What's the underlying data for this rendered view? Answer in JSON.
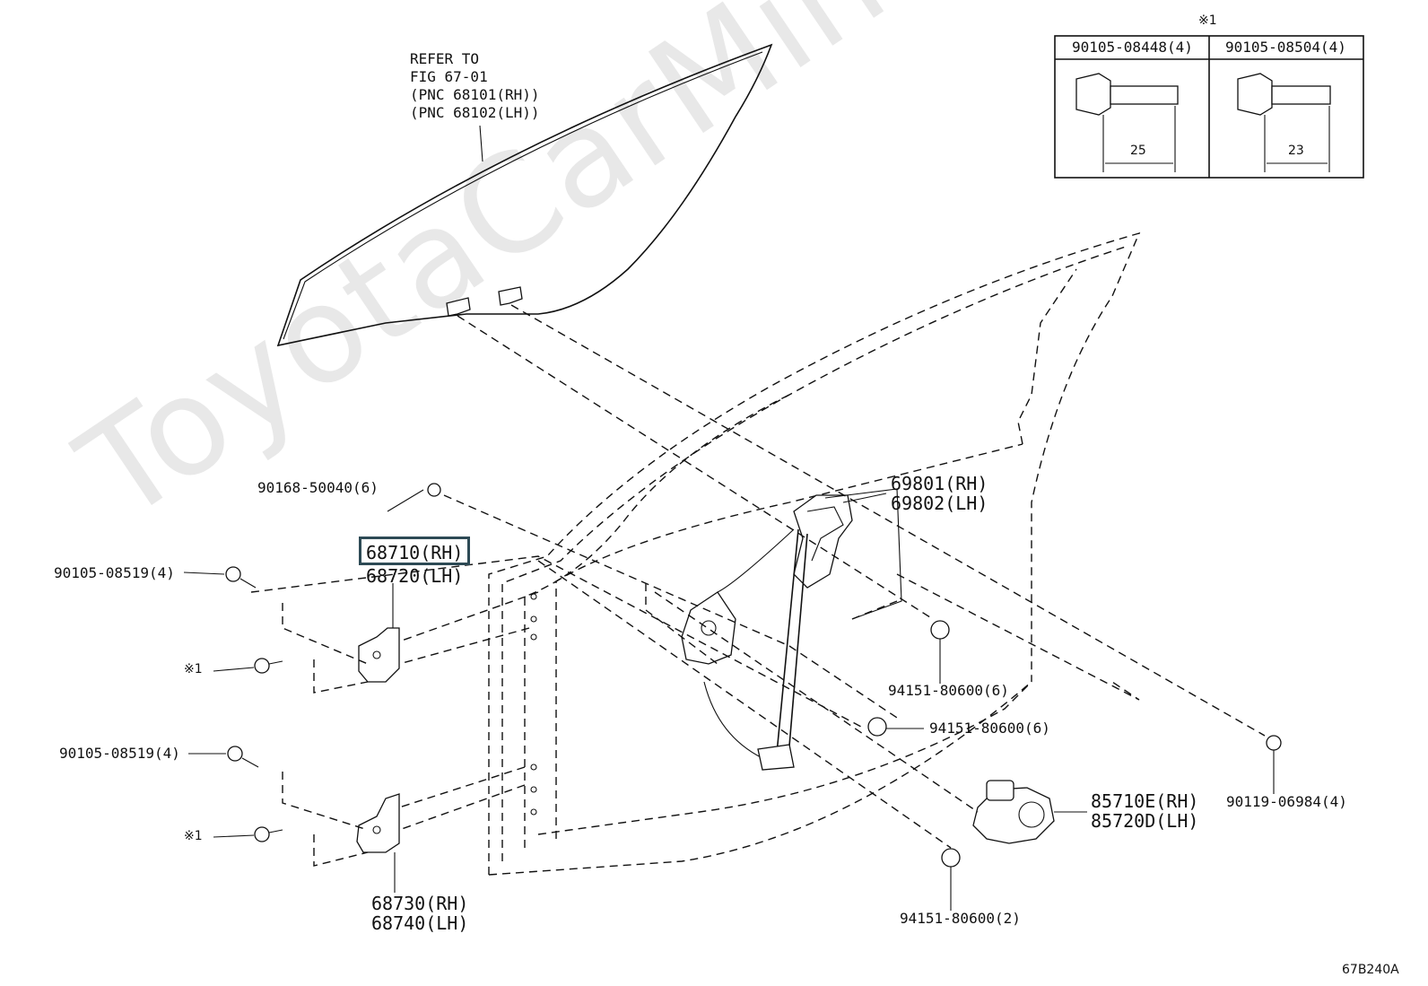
{
  "figure_code": "67B240A",
  "watermark": "ToyotaCarMine.ru",
  "glass_note": [
    "REFER TO",
    "FIG 67-01",
    "(PNC 68101(RH))",
    "(PNC 68102(LH))"
  ],
  "bolt_table": {
    "note_mark": "※1",
    "columns": [
      {
        "part": "90105-08448(4)",
        "length": "25"
      },
      {
        "part": "90105-08504(4)",
        "length": "23"
      }
    ]
  },
  "labels": {
    "bolt_top": "90168-50040(6)",
    "regulator_rh": "69801(RH)",
    "regulator_lh": "69802(LH)",
    "hinge_upper_rh": "68710(RH)",
    "hinge_upper_lh": "68720(LH)",
    "bolt_upper": "90105-08519(4)",
    "note_upper": "※1",
    "nut_right_1": "94151-80600(6)",
    "nut_center": "94151-80600(6)",
    "bolt_lower": "90105-08519(4)",
    "note_lower": "※1",
    "motor_rh": "85710E(RH)",
    "motor_lh": "85720D(LH)",
    "bolt_right": "90119-06984(4)",
    "hinge_lower_rh": "68730(RH)",
    "hinge_lower_lh": "68740(LH)",
    "nut_bottom": "94151-80600(2)"
  }
}
